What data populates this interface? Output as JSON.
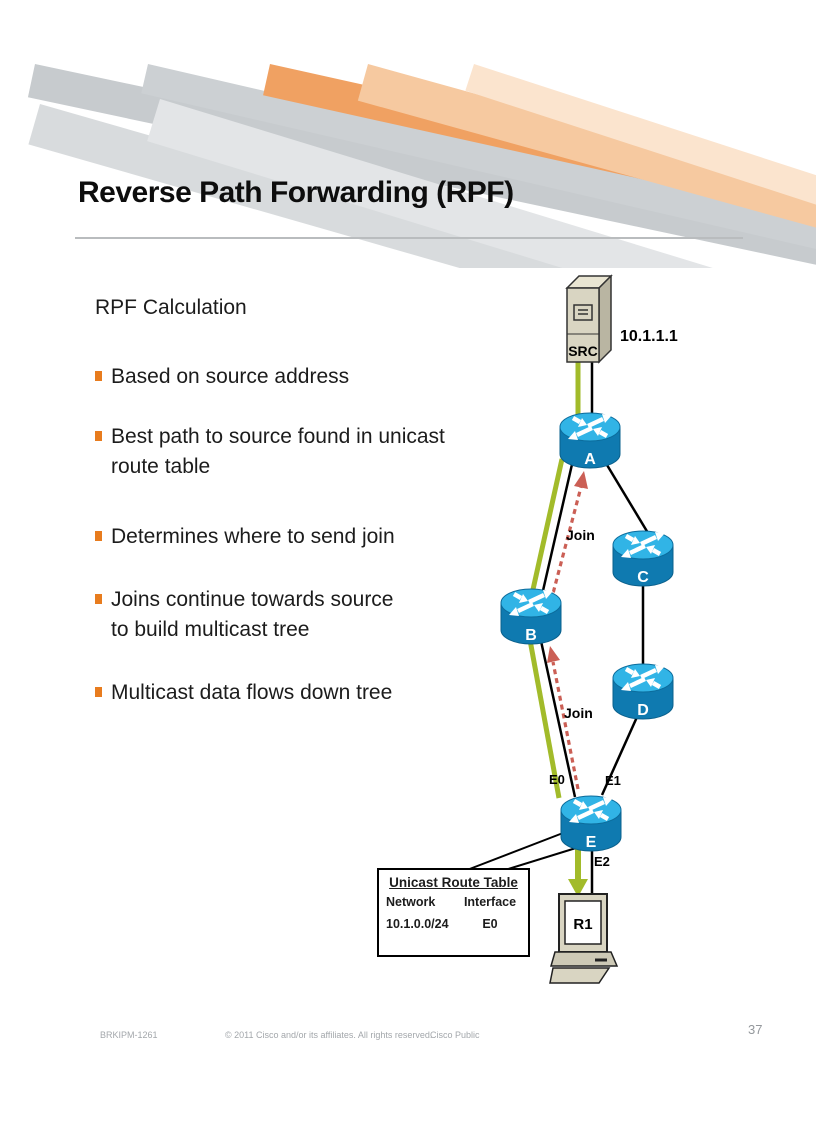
{
  "slide": {
    "title": "Reverse Path Forwarding (RPF)",
    "heading": "RPF Calculation",
    "bullets": [
      "Based on source address",
      "Best path to source found in unicast route table",
      "Determines where to send join",
      "Joins continue towards source to build multicast tree",
      "Multicast data flows down tree"
    ]
  },
  "diagram": {
    "source": {
      "label": "SRC",
      "ip_address": "10.1.1.1"
    },
    "routers": [
      {
        "label": "A"
      },
      {
        "label": "B"
      },
      {
        "label": "C"
      },
      {
        "label": "D"
      },
      {
        "label": "E"
      }
    ],
    "host": {
      "label": "R1"
    },
    "labels": {
      "join_upper": "Join",
      "join_lower": "Join",
      "if_e0": "E0",
      "if_e1": "E1",
      "if_e2": "E2"
    },
    "route_table": {
      "title": "Unicast Route Table",
      "columns": [
        "Network",
        "Interface"
      ],
      "rows": [
        {
          "network": "10.1.0.0/24",
          "interface": "E0"
        }
      ]
    },
    "colors": {
      "multicast_data_green": "#a2bb2a",
      "join_red": "#cb5f55",
      "router_top_blue": "#31b4e6",
      "router_body_blue": "#0f7ab0",
      "bullet_orange": "#e87c1e"
    }
  },
  "footer": {
    "session_id": "BRKIPM-1261",
    "copyright": "© 2011 Cisco and/or its affiliates. All rights reserved.",
    "classification": "Cisco Public",
    "page_number": "37"
  }
}
